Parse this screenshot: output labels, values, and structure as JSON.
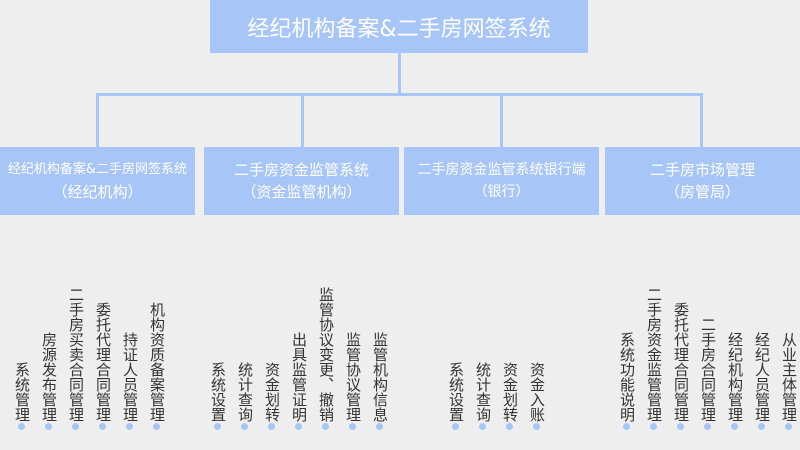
{
  "root": "经纪机构备案&二手房网签系统",
  "categories": [
    {
      "title": "经纪机构备案&二手房网签系统",
      "subtitle": "（经纪机构）",
      "items": [
        "系统管理",
        "房源发布管理",
        "二手房买卖合同管理",
        "委托代理合同管理",
        "持证人员管理",
        "机构资质备案管理"
      ]
    },
    {
      "title": "二手房资金监管系统",
      "subtitle": "（资金监管机构）",
      "items": [
        "系统设置",
        "统计查询",
        "资金划转",
        "出具监管证明",
        "监管协议变更、撤销",
        "监管协议管理",
        "监管机构信息"
      ]
    },
    {
      "title": "二手房资金监管系统银行端",
      "subtitle": "（银行）",
      "items": [
        "系统设置",
        "统计查询",
        "资金划转",
        "资金入账"
      ]
    },
    {
      "title": "二手房市场管理",
      "subtitle": "（房管局）",
      "items": [
        "系统功能说明",
        "二手房资金监管管理",
        "委托代理合同管理",
        "二手房合同管理",
        "经纪机构管理",
        "经纪人员管理",
        "从业主体管理"
      ]
    }
  ]
}
